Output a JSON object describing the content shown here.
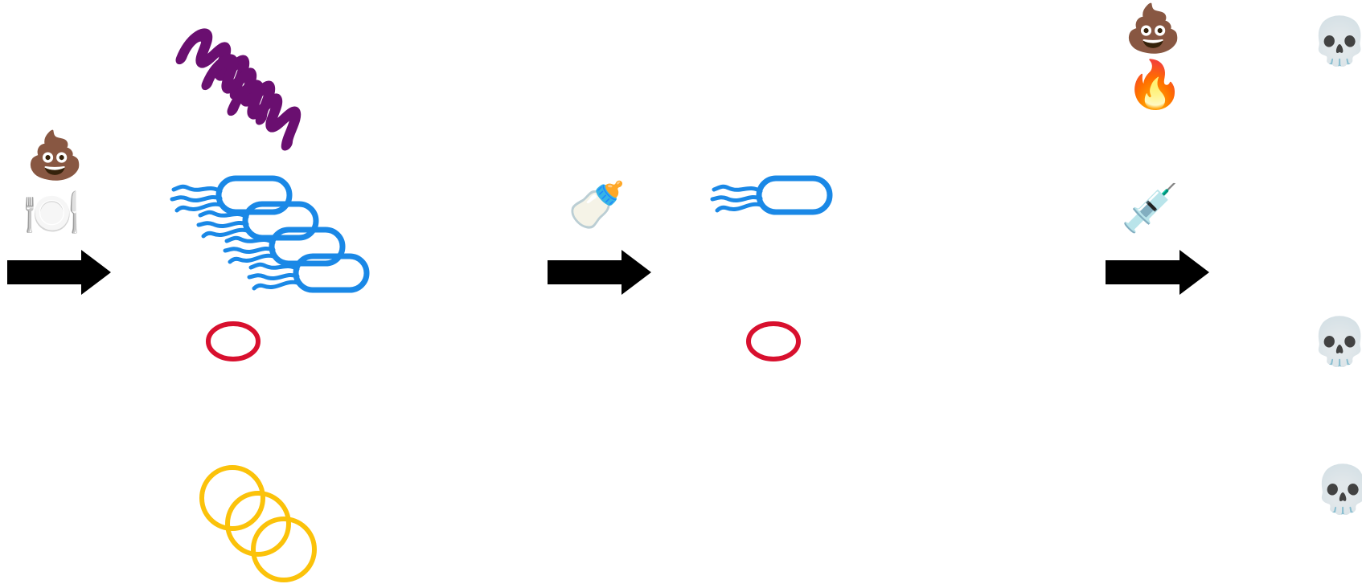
{
  "palette": {
    "spiral": "#6a0f70",
    "rod": "#1a88e6",
    "red_ring": "#d8102e",
    "coccus": "#fbc20a",
    "arrow": "#000000",
    "background": "#ffffff"
  },
  "stages": [
    {
      "id": "input",
      "icons": [
        "poop-icon",
        "fork-knife-plate-icon"
      ]
    },
    {
      "id": "gut",
      "organisms": [
        "spiral-bacteria-x3",
        "flagellated-rod-x4",
        "red-ring",
        "coccus-x3"
      ]
    },
    {
      "id": "after-milk",
      "icons": [
        "baby-bottle-icon"
      ],
      "organisms": [
        "flagellated-rod-x1",
        "red-ring"
      ]
    },
    {
      "id": "exposure",
      "icons": [
        "poop-icon",
        "fire-icon",
        "syringe-icon"
      ]
    },
    {
      "id": "outcome",
      "icons": [
        "skull-icon",
        "skull-icon",
        "skull-icon"
      ]
    }
  ],
  "icons": {
    "poop": "💩",
    "plate": "🍽️",
    "bottle": "🍼",
    "fire": "🔥",
    "syringe": "💉",
    "skull": "💀"
  }
}
